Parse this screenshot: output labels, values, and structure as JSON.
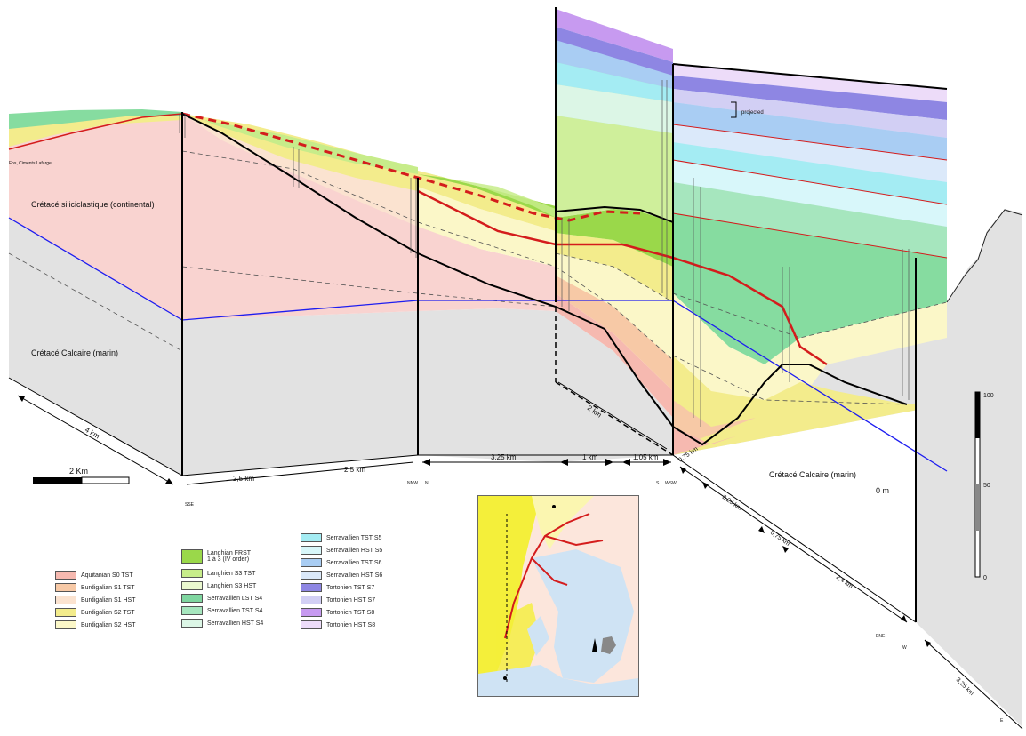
{
  "labels": {
    "cretace_silico": "Crétacé siliciclastique (continental)",
    "cretace_calc_left": "Crétacé Calcaire (marin)",
    "cretace_calc_right": "Crétacé Calcaire (marin)",
    "fos": "Fos, Ciments Lafarge",
    "projected": "projected",
    "zero_m": "0 m",
    "scale_2km": "2 Km",
    "scale_100": "100",
    "scale_50": "50",
    "scale_0": "0"
  },
  "distances": {
    "d_4km": "4 km",
    "d_25a": "2,5 km",
    "d_25b": "2,5 km",
    "d_325": "3,25 km",
    "d_1": "1 km",
    "d_105": "1,05 km",
    "d_075a": "0,75 km",
    "d_225": "2,25 km",
    "d_075b": "0,75 km",
    "d_24": "2,4 km",
    "d_2km": "2 km",
    "d_325r": "3,25 km"
  },
  "orientation": {
    "sse": "SSE",
    "nnw": "NNW",
    "n": "N",
    "wsw": "WSW",
    "s_mid": "S",
    "ene": "ENE",
    "w": "W",
    "e": "E"
  },
  "legend": {
    "col1": [
      {
        "label": "Aquitanian S0 TST",
        "color": "#f6b9b0"
      },
      {
        "label": "Burdigalian S1 TST",
        "color": "#f7c9a6"
      },
      {
        "label": "Burdigalian S1 HST",
        "color": "#fbe3d0"
      },
      {
        "label": "Burdigalian S2 TST",
        "color": "#f3ec8c"
      },
      {
        "label": "Burdigalian S2 HST",
        "color": "#fbf7c8"
      }
    ],
    "col2": [
      {
        "label": "Langhian FRST\n1 à 3 (IV order)",
        "color": "#9ad84a"
      },
      {
        "label": "Langhien S3 TST",
        "color": "#c7ec8a"
      },
      {
        "label": "Langhien S3 HST",
        "color": "#eaf8cf"
      },
      {
        "label": "Serravallien LST S4",
        "color": "#7fd6a0"
      },
      {
        "label": "Serravallien TST S4",
        "color": "#a6e6be"
      },
      {
        "label": "Serravallien HST S4",
        "color": "#dcf6e6"
      }
    ],
    "col3": [
      {
        "label": "Serravallien TST S5",
        "color": "#a4ecf3"
      },
      {
        "label": "Serravallien HST S5",
        "color": "#d8f7fa"
      },
      {
        "label": "Serravallien  TST S6",
        "color": "#a9cdf3"
      },
      {
        "label": "Serravallien HST S6",
        "color": "#dbe9fa"
      },
      {
        "label": "Tortonien TST S7",
        "color": "#8e86e3"
      },
      {
        "label": "Tortonien HST S7",
        "color": "#d2cff4"
      },
      {
        "label": "Tortonien TST S8",
        "color": "#c79af0"
      },
      {
        "label": "Tortonien  HST S8",
        "color": "#eddcf9"
      }
    ]
  },
  "colors": {
    "cretace_pink": "#f9d3d0",
    "cretace_gray": "#e2e2e2",
    "blue_line": "#1d1df0",
    "red_line": "#d41c1c"
  }
}
